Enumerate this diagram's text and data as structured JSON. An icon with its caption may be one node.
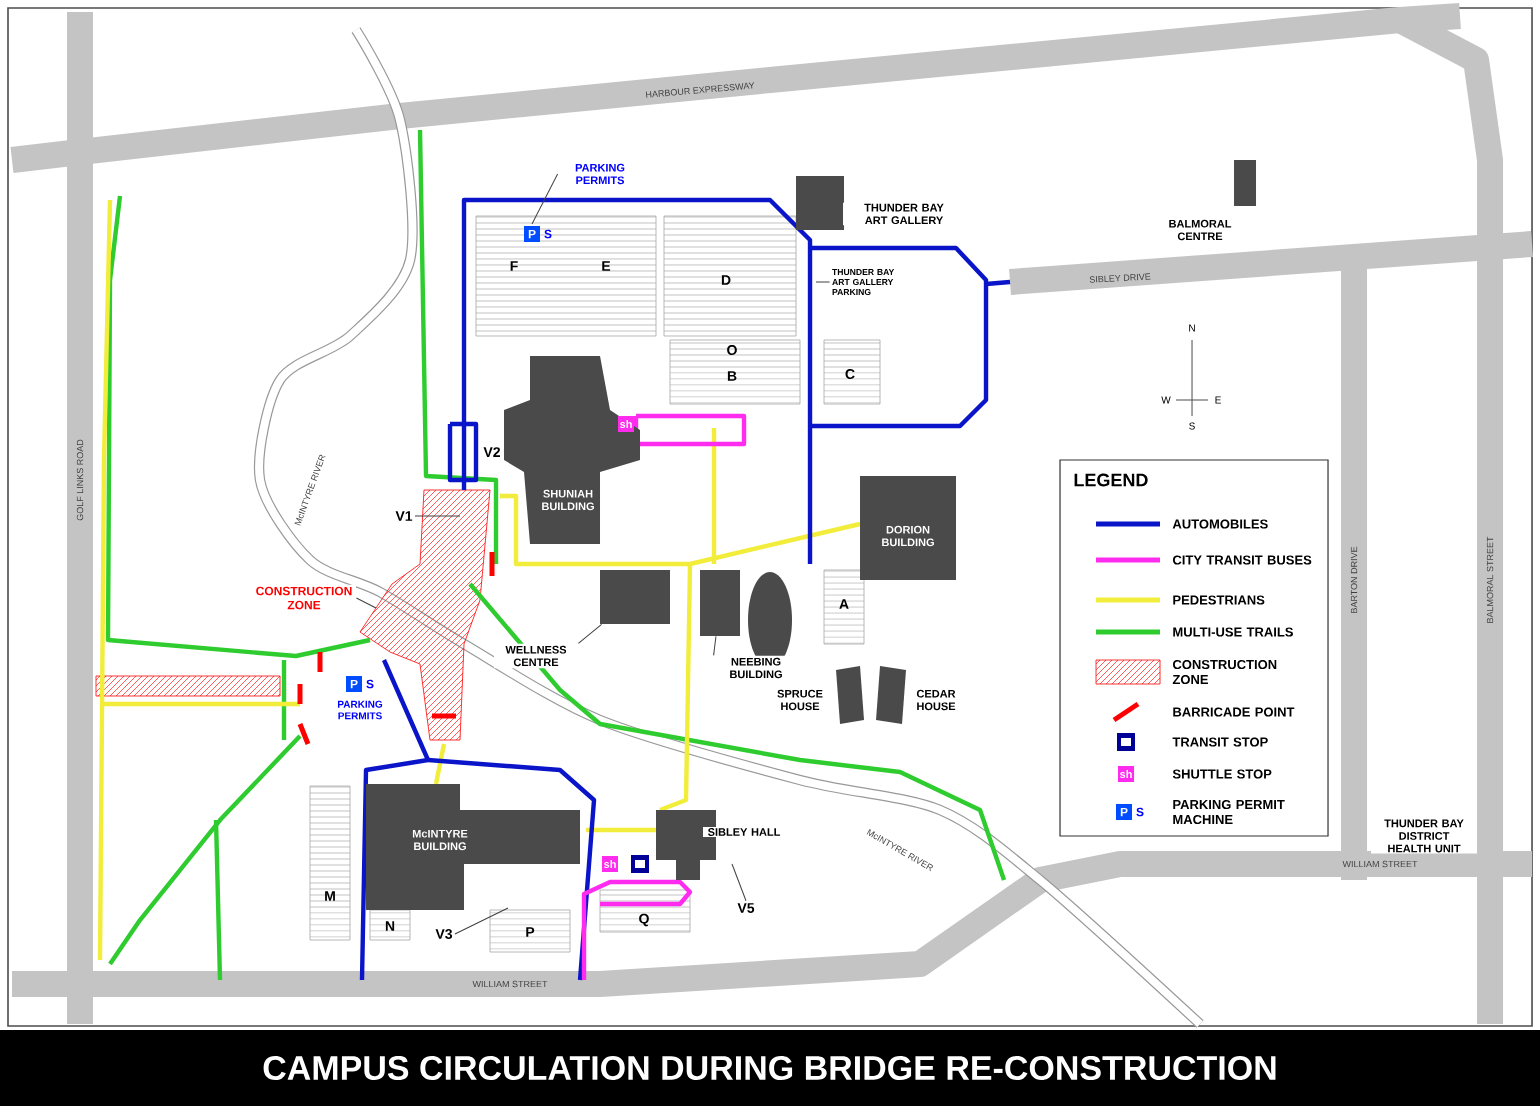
{
  "diagram": {
    "title": "CAMPUS CIRCULATION DURING BRIDGE RE-CONSTRUCTION",
    "nodes": [
      {
        "text": [
          "PARKING PERMITS"
        ]
      },
      {
        "text": [
          "THUNDER BAY ART GALLERY PARKING"
        ]
      },
      {
        "text": [
          "V1"
        ]
      },
      {
        "text": [
          "CONSTRUCTION ZONE"
        ]
      },
      {
        "text": [
          "WELLNESS CENTRE"
        ]
      },
      {
        "text": [
          "NEEBING BUILDING"
        ]
      },
      {
        "text": [
          "V3"
        ]
      },
      {
        "text": [
          "V5"
        ]
      },
      {
        "text": [],
        "shape": "box"
      },
      {
        "text": [],
        "shape": "box"
      }
    ],
    "edges": [
      {
        "from": 0,
        "to": null,
        "arrow": "none"
      },
      {
        "from": 1,
        "to": null,
        "arrow": "none"
      },
      {
        "from": 2,
        "to": null,
        "arrow": "none"
      },
      {
        "from": 3,
        "to": null,
        "arrow": "none"
      },
      {
        "from": 4,
        "to": 8,
        "arrow": "none"
      },
      {
        "from": 5,
        "to": 9,
        "arrow": "none"
      },
      {
        "from": 6,
        "to": null,
        "arrow": "none"
      },
      {
        "from": 7,
        "to": null,
        "arrow": "none"
      }
    ],
    "labels": [
      "HARBOUR EXPRESSWAY",
      "THUNDER BAY ART GALLERY",
      "BALMORAL CENTRE",
      "SIBLEY DRIVE",
      "F",
      "E",
      "D",
      "O",
      "B",
      "C",
      "N",
      "W",
      "E",
      "S",
      "V2",
      "SHUNIAH BUILDING",
      "LEGEND",
      "GOLF LINKS ROAD",
      "McINTYRE RIVER",
      "DORION BUILDING",
      "BARTON DRIVE",
      "BALMORAL STREET",
      "A",
      "SPRUCE HOUSE",
      "CEDAR HOUSE",
      "PARKING PERMITS",
      "McINTYRE RIVER",
      "THUNDER BAY DISTRICT HEALTH UNIT",
      "SIBLEY HALL",
      "McINTYRE BUILDING",
      "M",
      "N",
      "P",
      "Q",
      "WILLIAM STREET",
      "WILLIAM STREET",
      "P",
      "S",
      "sh",
      "P",
      "S",
      "sh",
      "sh",
      "P",
      "S"
    ],
    "legend": [
      {
        "text": "AUTOMOBILES"
      },
      {
        "text": "CITY TRANSIT BUSES"
      },
      {
        "text": "PEDESTRIANS"
      },
      {
        "text": "MULTI-USE TRAILS"
      },
      {
        "text": "CONSTRUCTION ZONE"
      },
      {
        "text": "BARRICADE POINT"
      },
      {
        "text": "TRANSIT STOP"
      },
      {
        "text": "SHUTTLE STOP"
      },
      {
        "text": "PARKING PERMIT MACHINE"
      }
    ]
  }
}
